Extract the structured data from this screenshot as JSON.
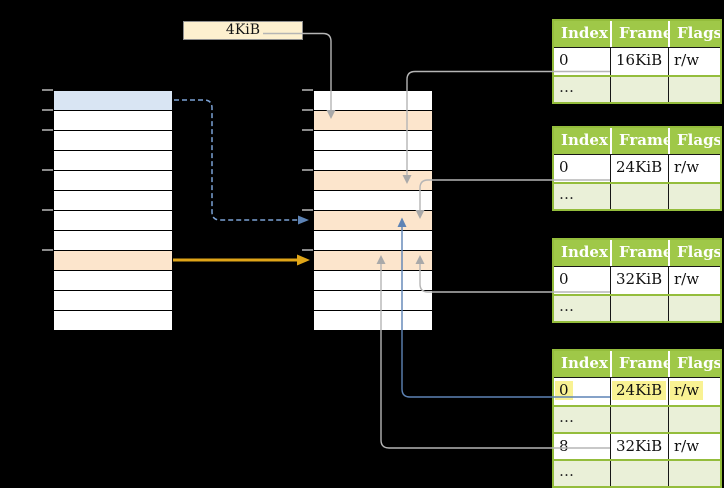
{
  "size_label": {
    "text": "4KiB"
  },
  "memory_columns": {
    "left": {
      "name": "left-memory-column",
      "rows": [
        "blue",
        "white",
        "white",
        "white",
        "white",
        "white",
        "white",
        "white",
        "orange",
        "white",
        "white",
        "white"
      ],
      "tick_ys": [
        90,
        110,
        130,
        170,
        210,
        250
      ]
    },
    "middle": {
      "name": "middle-memory-column",
      "rows": [
        "white",
        "orange",
        "white",
        "white",
        "orange",
        "white",
        "orange",
        "white",
        "orange",
        "white",
        "white",
        "white"
      ],
      "tick_ys": [
        90,
        110,
        130,
        170,
        210,
        250
      ]
    }
  },
  "table_headers": [
    "Index",
    "Frame",
    "Flags"
  ],
  "page_tables": [
    {
      "name": "page-table-1",
      "rows": [
        {
          "kind": "data",
          "index": "0",
          "frame": "16KiB",
          "flags": "r/w",
          "highlight": false
        },
        {
          "kind": "ellipsis",
          "index": "…",
          "frame": "",
          "flags": "",
          "highlight": false
        }
      ]
    },
    {
      "name": "page-table-2",
      "rows": [
        {
          "kind": "data",
          "index": "0",
          "frame": "24KiB",
          "flags": "r/w",
          "highlight": false
        },
        {
          "kind": "ellipsis",
          "index": "…",
          "frame": "",
          "flags": "",
          "highlight": false
        }
      ]
    },
    {
      "name": "page-table-3",
      "rows": [
        {
          "kind": "data",
          "index": "0",
          "frame": "32KiB",
          "flags": "r/w",
          "highlight": false
        },
        {
          "kind": "ellipsis",
          "index": "…",
          "frame": "",
          "flags": "",
          "highlight": false
        }
      ]
    },
    {
      "name": "page-table-4",
      "rows": [
        {
          "kind": "data",
          "index": "0",
          "frame": "24KiB",
          "flags": "r/w",
          "highlight": true
        },
        {
          "kind": "ellipsis",
          "index": "…",
          "frame": "",
          "flags": "",
          "highlight": false
        },
        {
          "kind": "data",
          "index": "8",
          "frame": "32KiB",
          "flags": "r/w",
          "highlight": false
        },
        {
          "kind": "ellipsis",
          "index": "…",
          "frame": "",
          "flags": "",
          "highlight": false
        }
      ]
    }
  ],
  "colors": {
    "background": "#000000",
    "label_bg": "#fdf0cf",
    "blue_row": "#d9e5f3",
    "orange_row": "#fce5cc",
    "header_bg": "#9fc848",
    "table_border": "#94bd3c",
    "light_green_row": "#eaf0d8",
    "highlight": "#f9f293",
    "connector_gray": "#b5b5b5",
    "connector_blue": "#5d83b5",
    "dashed_blue": "#7ba1d4",
    "gold": "#dfa518",
    "tick_gray": "#8a8a8a"
  }
}
